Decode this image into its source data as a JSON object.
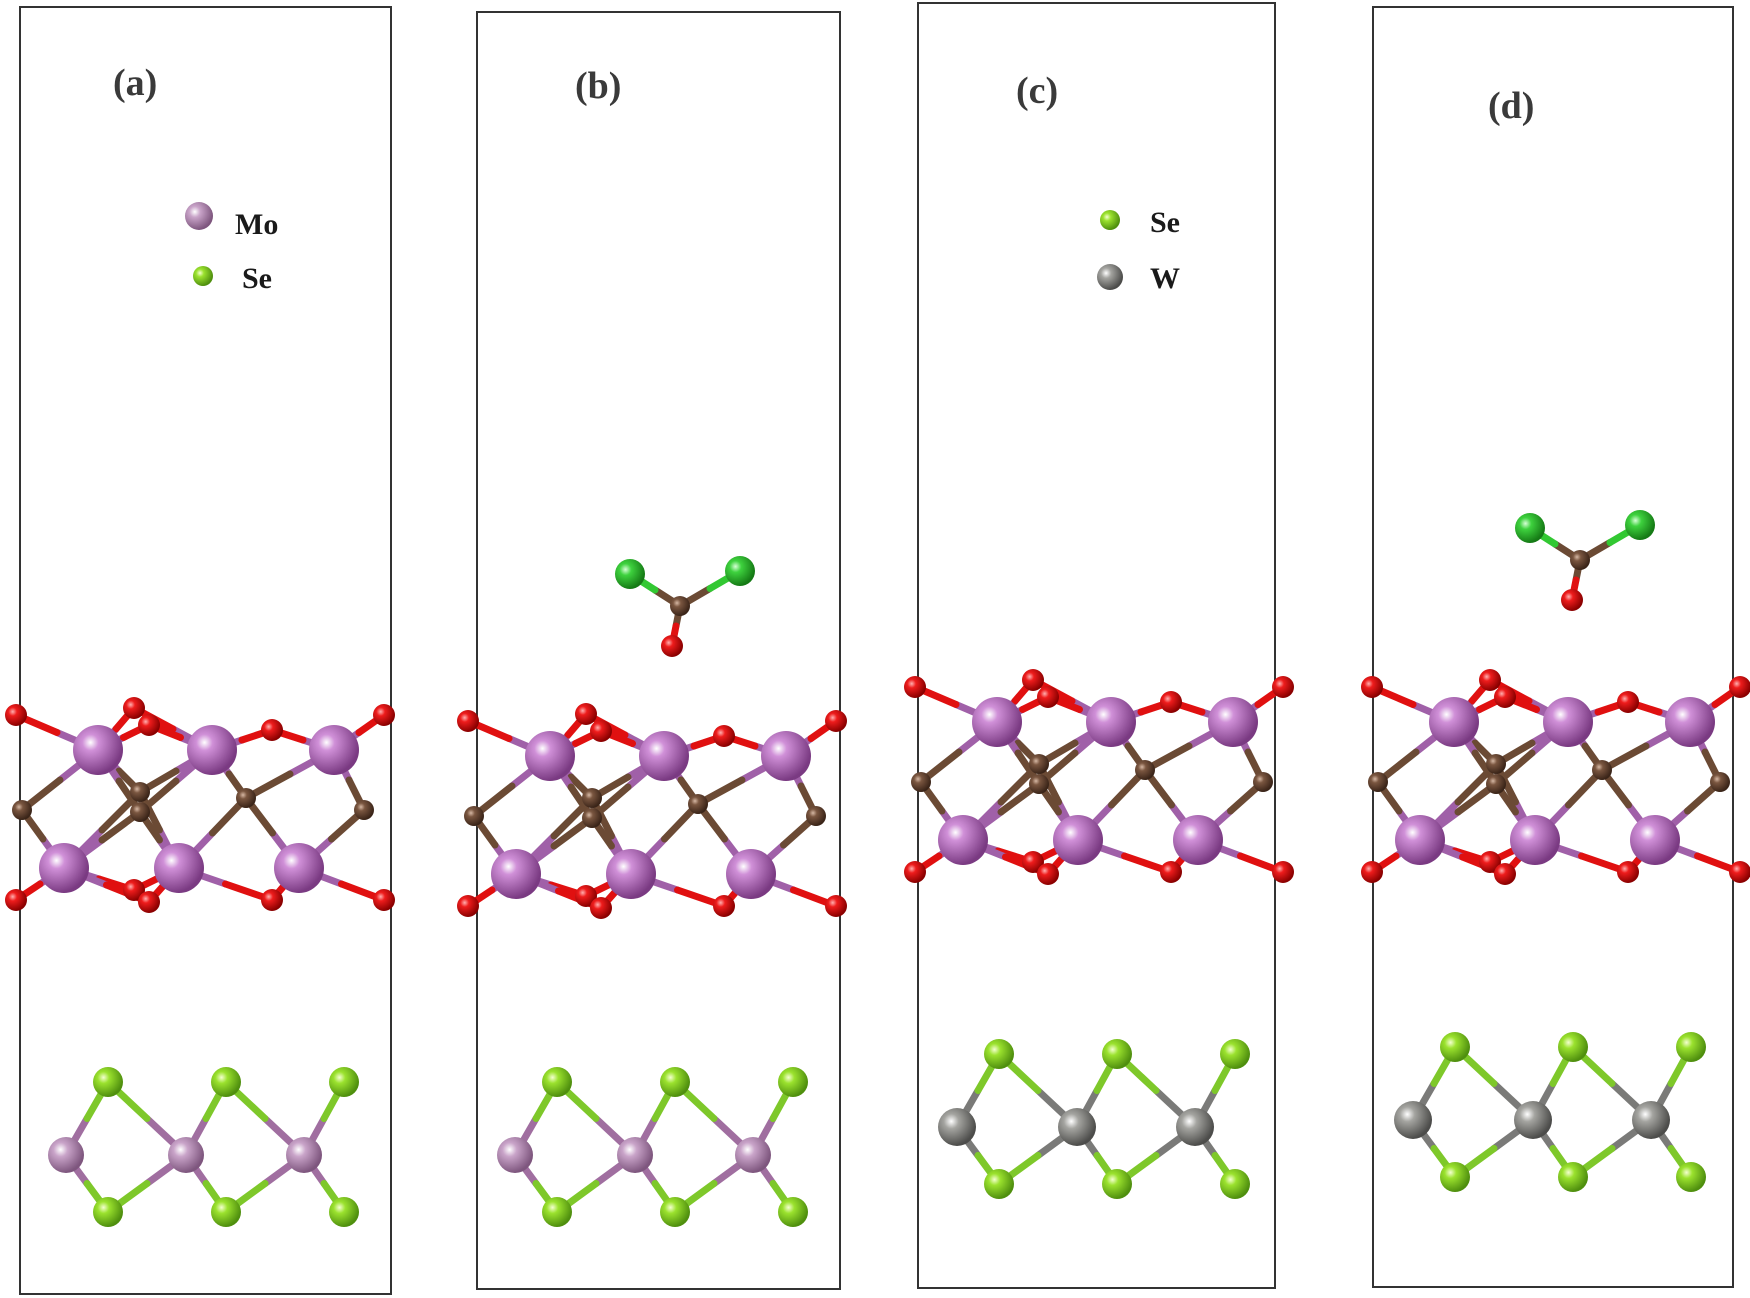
{
  "figure": {
    "panels": [
      {
        "id": "a",
        "label": "(a)",
        "legend": [
          {
            "label": "Mo",
            "color": "#a06ea0"
          },
          {
            "label": "Se",
            "color": "#7ec82a"
          }
        ],
        "metal": "Mo",
        "adsorbate": false
      },
      {
        "id": "b",
        "label": "(b)",
        "legend": [],
        "metal": "Mo",
        "adsorbate": true
      },
      {
        "id": "c",
        "label": "(c)",
        "legend": [
          {
            "label": "Se",
            "color": "#7ec82a"
          },
          {
            "label": "W",
            "color": "#7a7a78"
          }
        ],
        "metal": "W",
        "adsorbate": false
      },
      {
        "id": "d",
        "label": "(d)",
        "legend": [],
        "metal": "W",
        "adsorbate": true
      }
    ],
    "atom_colors": {
      "Mo": "#a06ea0",
      "Se": "#7ec82a",
      "W": "#7a7a78",
      "O": "#e01010",
      "C": "#6b4a34",
      "Cl": "#32c832",
      "Mo2C_metal": "#a060a8"
    }
  }
}
